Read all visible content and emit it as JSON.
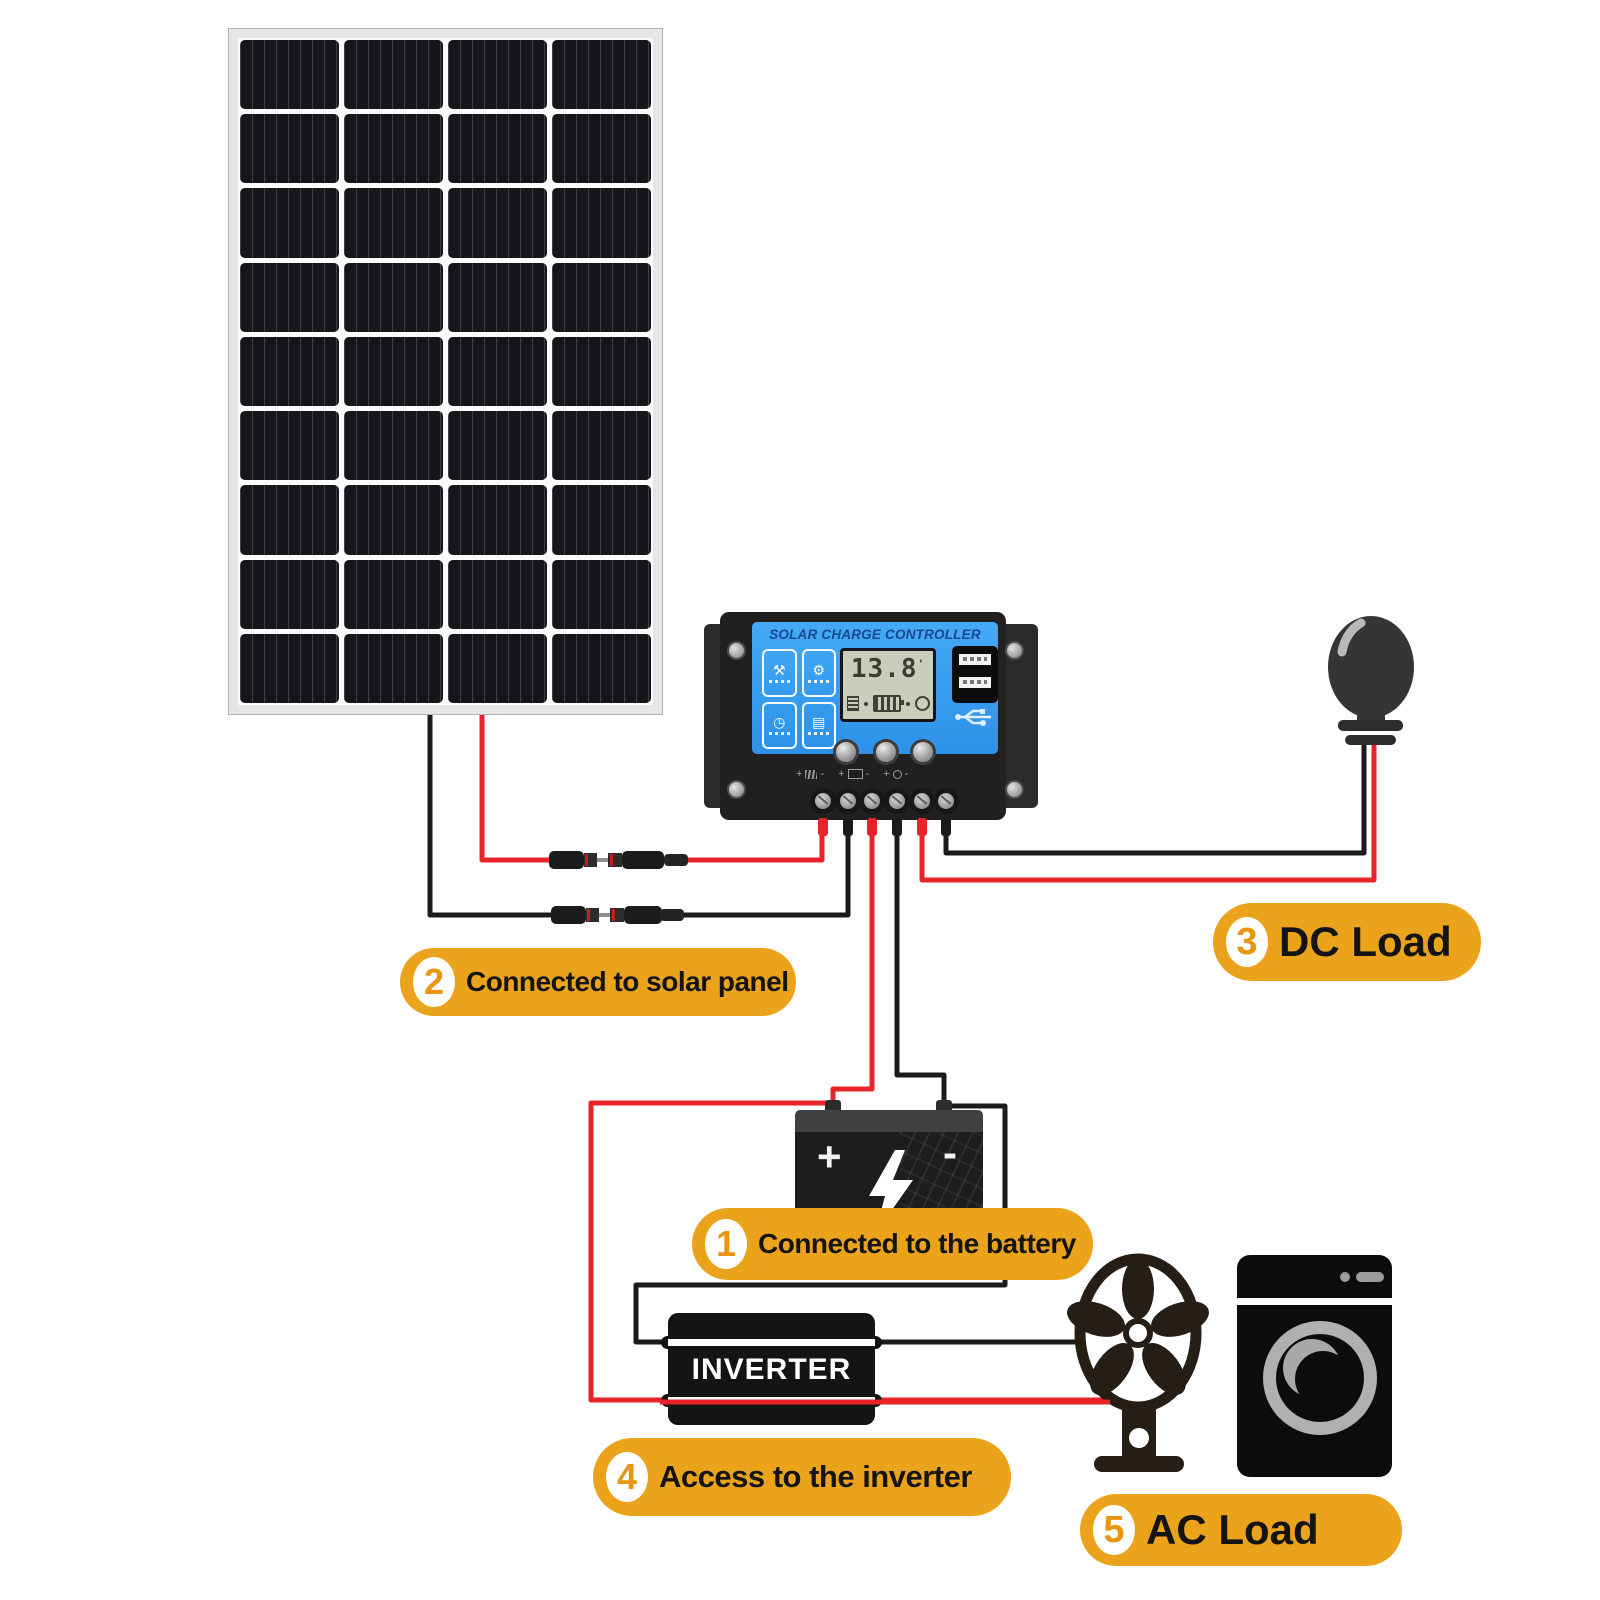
{
  "controller": {
    "title": "SOLAR CHARGE CONTROLLER",
    "lcd_value": "13.8",
    "lcd_mark": "'",
    "terminal_plus": "+",
    "terminal_minus": "-"
  },
  "battery": {
    "plus": "+",
    "minus": "-"
  },
  "inverter": {
    "label": "INVERTER"
  },
  "steps": {
    "s1": {
      "num": "1",
      "text": "Connected to the battery"
    },
    "s2": {
      "num": "2",
      "text": "Connected to solar panel"
    },
    "s3": {
      "num": "3",
      "text": "DC Load"
    },
    "s4": {
      "num": "4",
      "text": "Access to the inverter"
    },
    "s5": {
      "num": "5",
      "text": "AC Load"
    }
  },
  "colors": {
    "label_orange": "#eba31c",
    "wire_red": "#e8232a",
    "wire_black": "#1b1b1b",
    "controller_blue": "#3aa2f3"
  }
}
